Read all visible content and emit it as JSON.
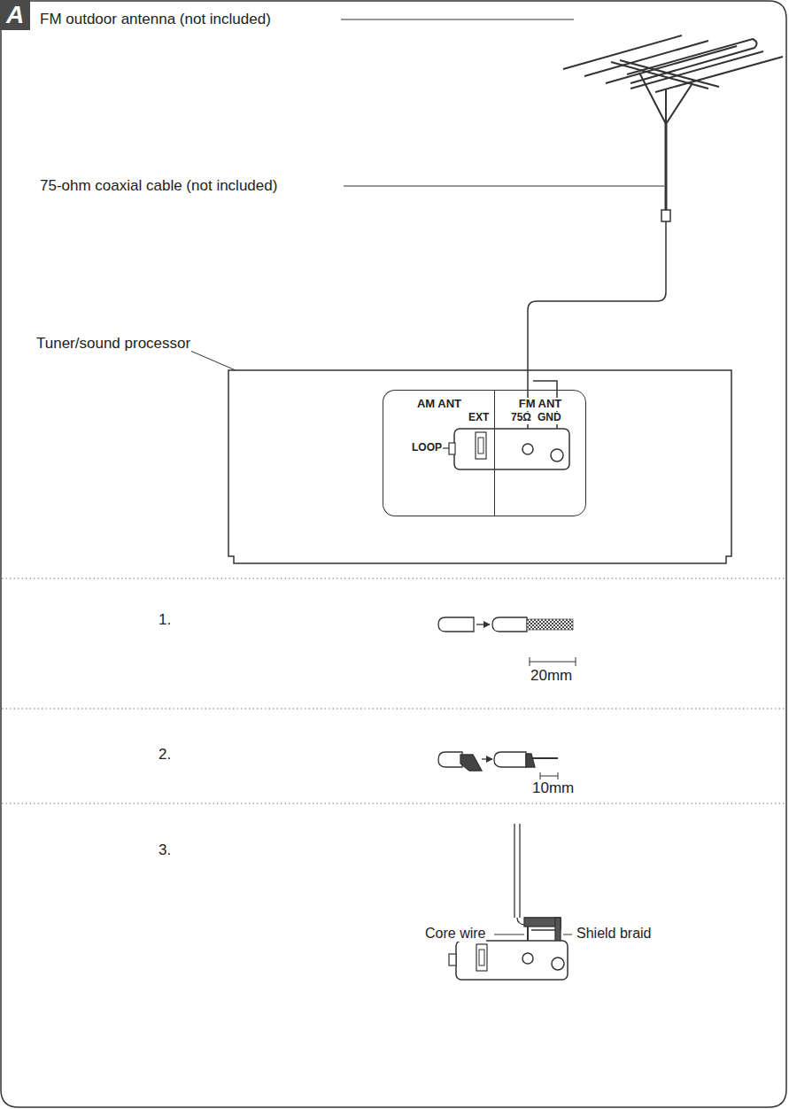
{
  "diagram": {
    "nodes": [
      {
        "text": [
          "A"
        ]
      },
      {
        "text": [
          "AM ANT"
        ]
      },
      {
        "text": [
          "FM ANT"
        ]
      }
    ],
    "labels": [
      "FM outdoor antenna (not included)",
      "75-ohm coaxial cable (not included)",
      "Tuner/sound processor",
      "EXT",
      "75Ω",
      "GND",
      "LOOP",
      "1.",
      "20mm",
      "2.",
      "10mm",
      "3.",
      "Core wire",
      "Shield braid"
    ]
  }
}
